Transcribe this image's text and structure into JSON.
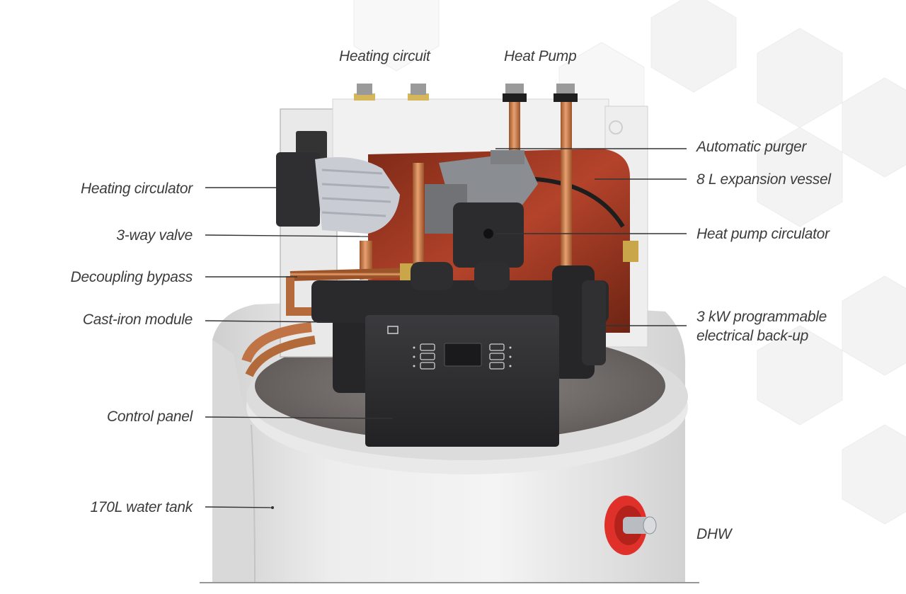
{
  "top_labels": [
    {
      "id": "heating-circuit",
      "text": "Heating circuit"
    },
    {
      "id": "heat-pump",
      "text": "Heat Pump"
    }
  ],
  "left_labels": [
    {
      "id": "heating-circulator",
      "text": "Heating circulator"
    },
    {
      "id": "3-way-valve",
      "text": "3-way valve"
    },
    {
      "id": "decoupling-bypass",
      "text": "Decoupling bypass"
    },
    {
      "id": "cast-iron-module",
      "text": "Cast-iron module"
    },
    {
      "id": "control-panel",
      "text": "Control panel"
    },
    {
      "id": "water-tank",
      "text": "170L water tank"
    }
  ],
  "right_labels": [
    {
      "id": "automatic-purger",
      "text": "Automatic purger"
    },
    {
      "id": "expansion-vessel",
      "text": "8 L expansion vessel"
    },
    {
      "id": "heat-pump-circulator",
      "text": "Heat pump circulator"
    },
    {
      "id": "electrical-backup",
      "lines": [
        "3 kW programmable",
        "electrical back-up"
      ]
    },
    {
      "id": "dhw",
      "text": "DHW"
    }
  ],
  "colors": {
    "label_text": "#3c3c3c",
    "leader_line": "#333333",
    "copper": "#c8743f",
    "vessel_red": "#a8361f",
    "module_black": "#2b2b2d",
    "tank_white": "#e6e6e6",
    "dhw_ring": "#e0302a"
  }
}
